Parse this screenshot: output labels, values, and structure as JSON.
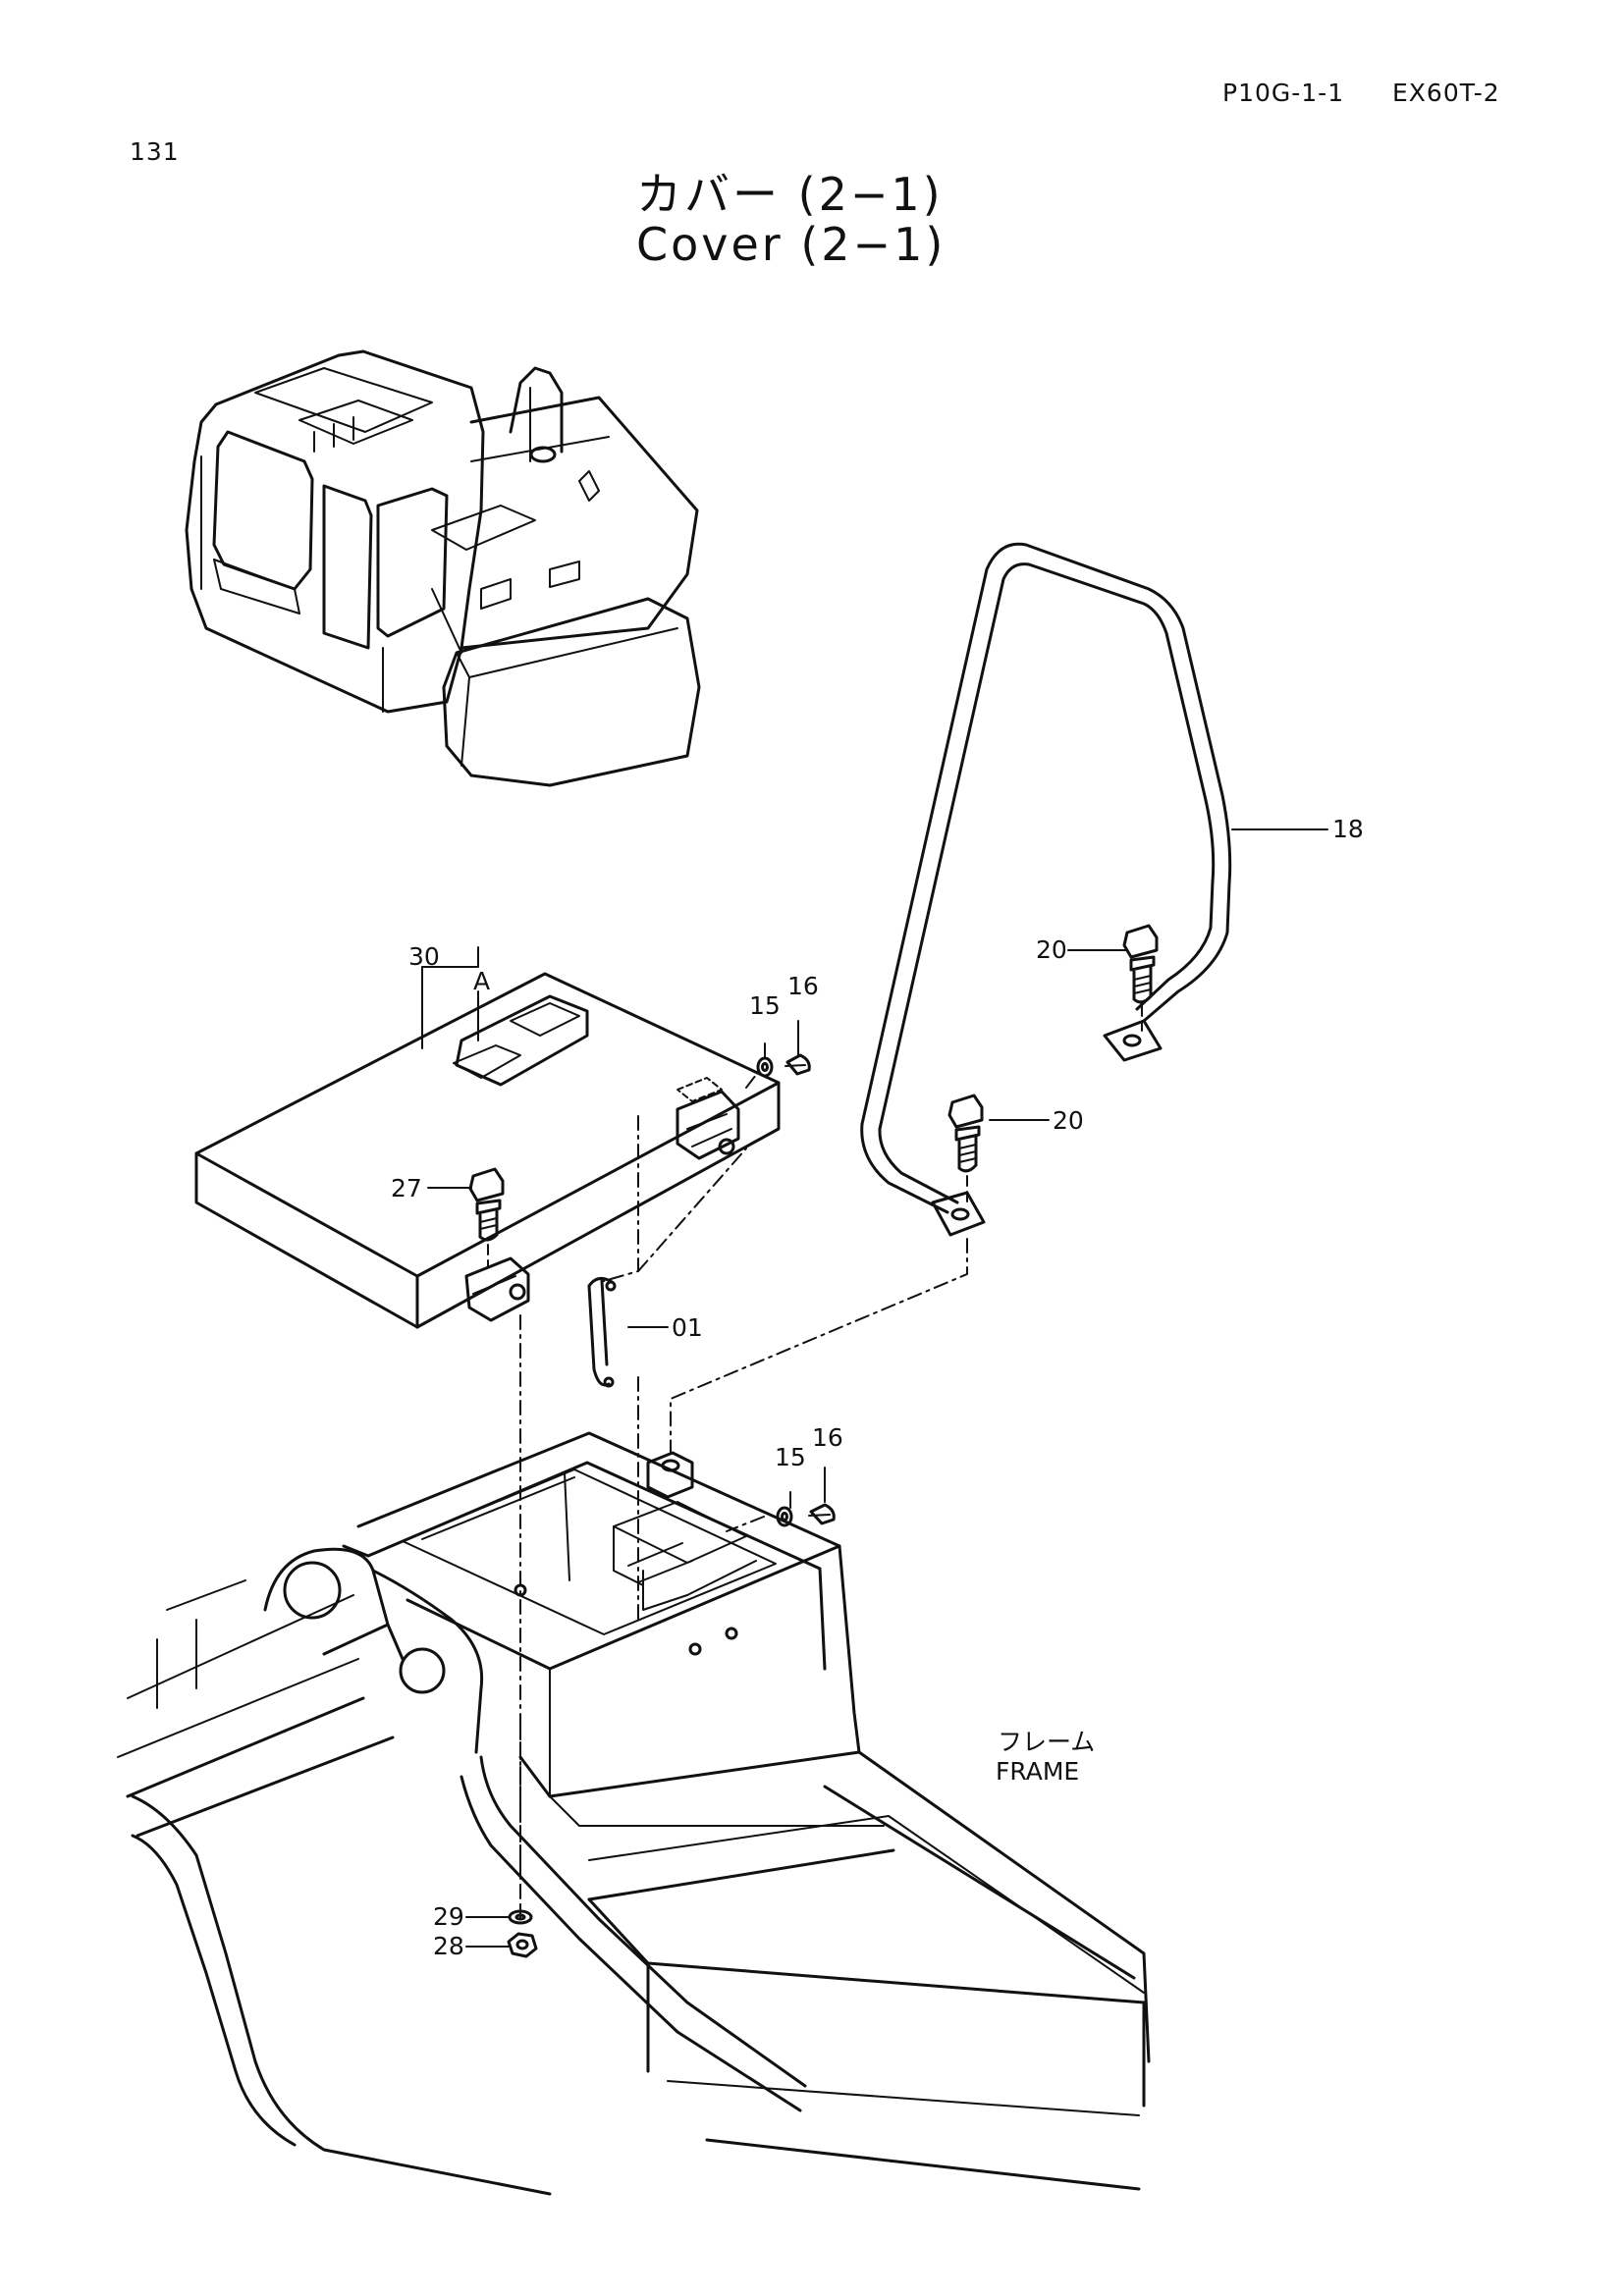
{
  "header": {
    "page_number": "131",
    "figure_code": "P10G-1-1",
    "model": "EX60T-2"
  },
  "title": {
    "japanese": "カバー (2−1)",
    "english": "Cover (2−1)"
  },
  "callouts": {
    "c18": "18",
    "c20a": "20",
    "c20b": "20",
    "c30": "30",
    "cA": "A",
    "c15a": "15",
    "c16a": "16",
    "c27": "27",
    "c01": "01",
    "c15b": "15",
    "c16b": "16",
    "c29": "29",
    "c28": "28"
  },
  "frame_label": {
    "japanese": "フレーム",
    "english": "FRAME"
  }
}
